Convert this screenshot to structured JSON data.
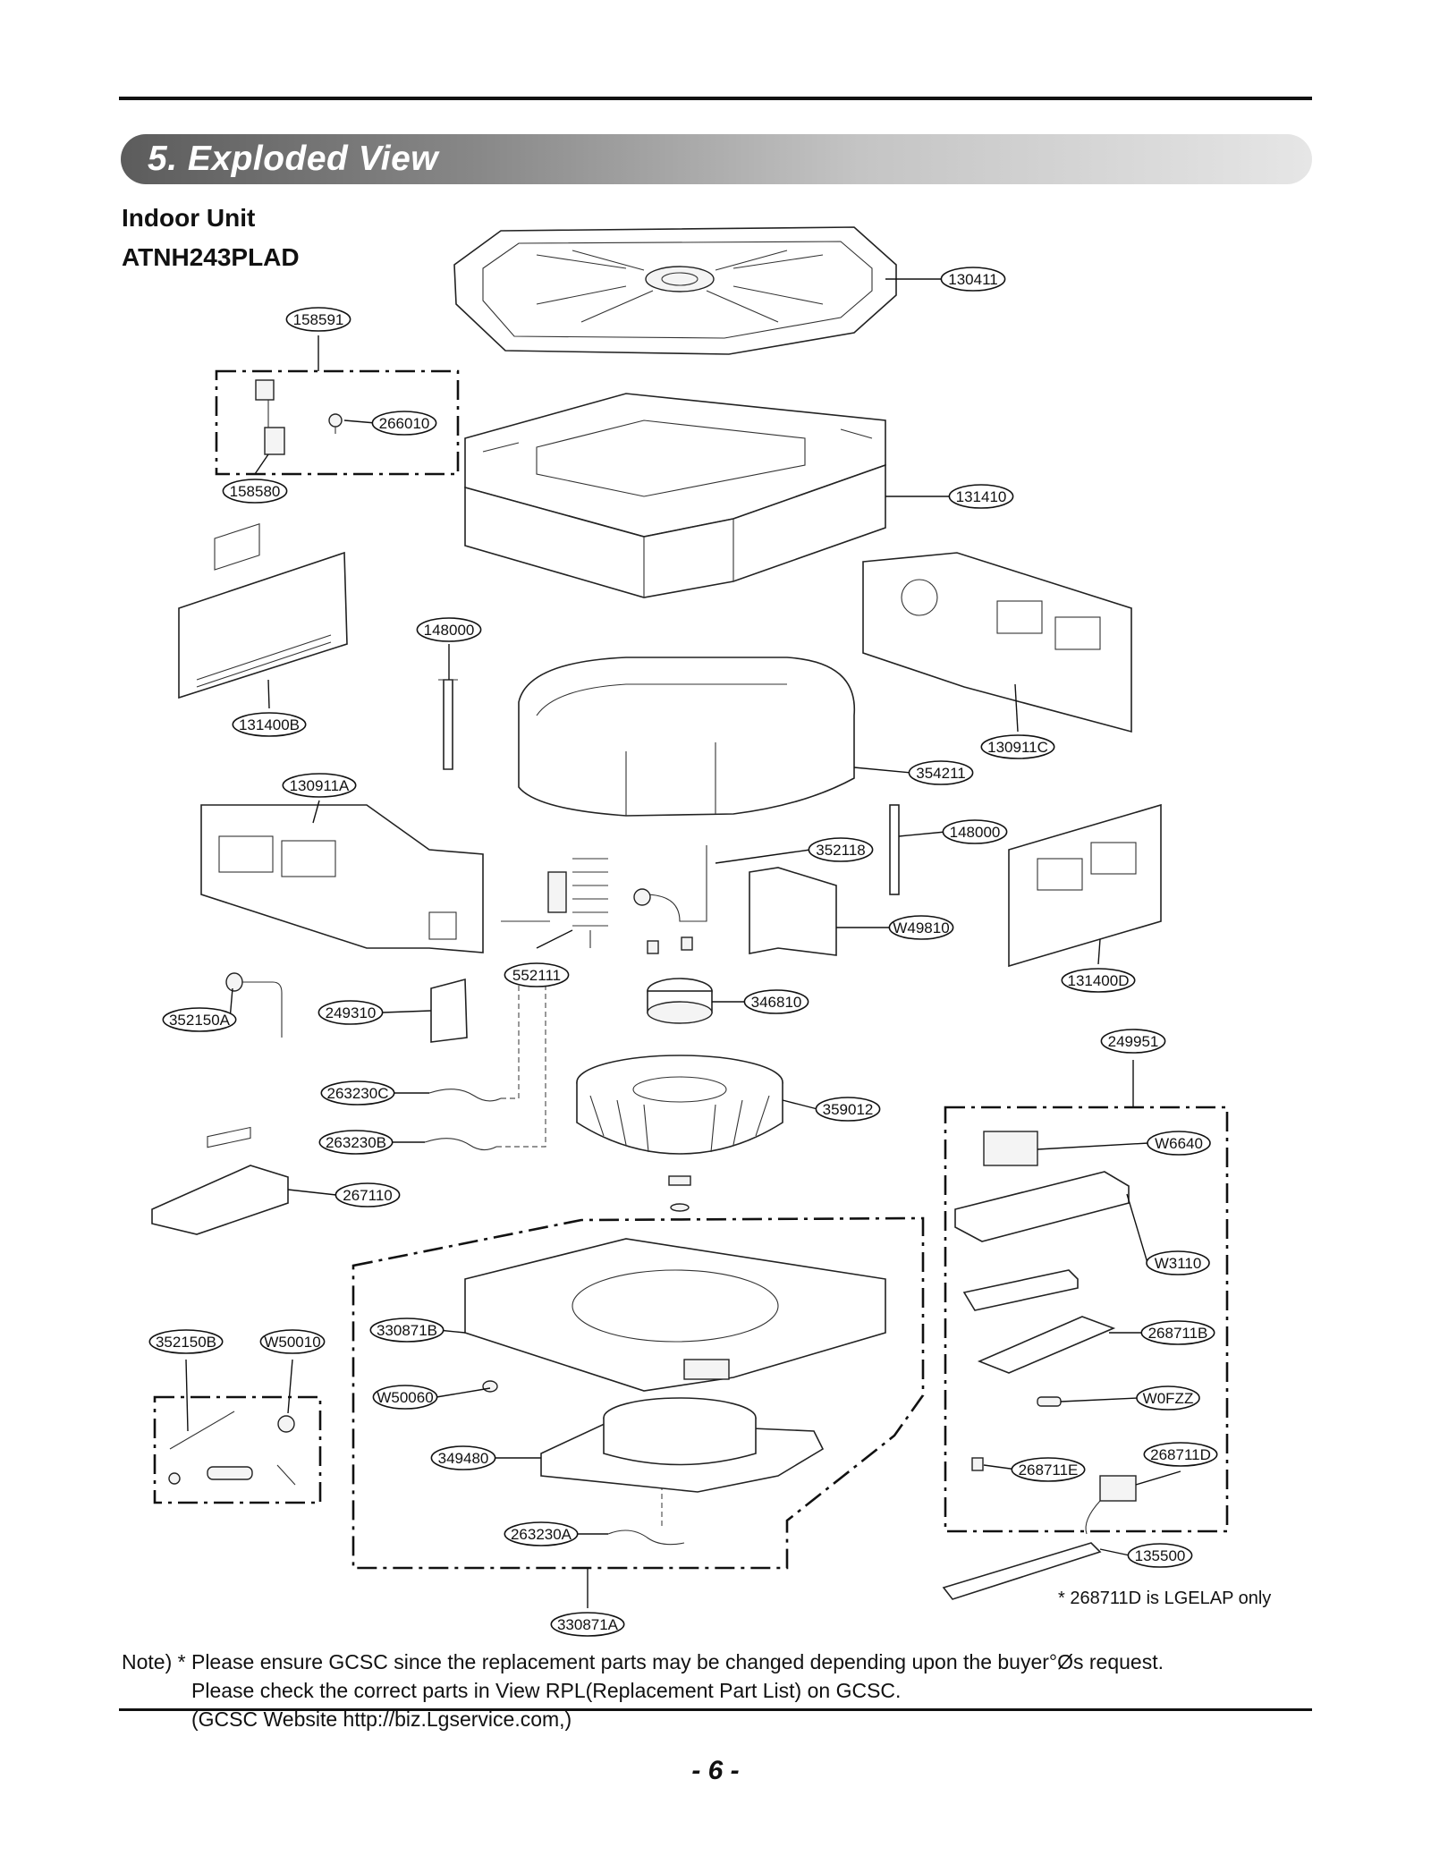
{
  "section_title": "5. Exploded View",
  "subtitle": "Indoor Unit",
  "model": "ATNH243PLAD",
  "callouts": [
    "130411",
    "158591",
    "266010",
    "158580",
    "131410",
    "148000",
    "131400B",
    "130911C",
    "354211",
    "130911A",
    "148000",
    "352118",
    "W49810",
    "131400D",
    "552111",
    "346810",
    "352150A",
    "249310",
    "249951",
    "263230C",
    "359012",
    "W6640",
    "263230B",
    "267110",
    "W3110",
    "330871B",
    "352150B",
    "W50010",
    "268711B",
    "W50060",
    "W0FZZ",
    "349480",
    "268711E",
    "268711D",
    "263230A",
    "135500",
    "330871A"
  ],
  "footnote": "* 268711D is LGELAP only",
  "note": {
    "line1": "Note) * Please ensure GCSC since the replacement parts may be changed depending upon the buyer°Øs request.",
    "line2": "Please check  the correct parts in View RPL(Replacement Part List) on GCSC.",
    "line3": "(GCSC Website  http://biz.Lgservice.com,)"
  },
  "page_number": "- 6 -"
}
